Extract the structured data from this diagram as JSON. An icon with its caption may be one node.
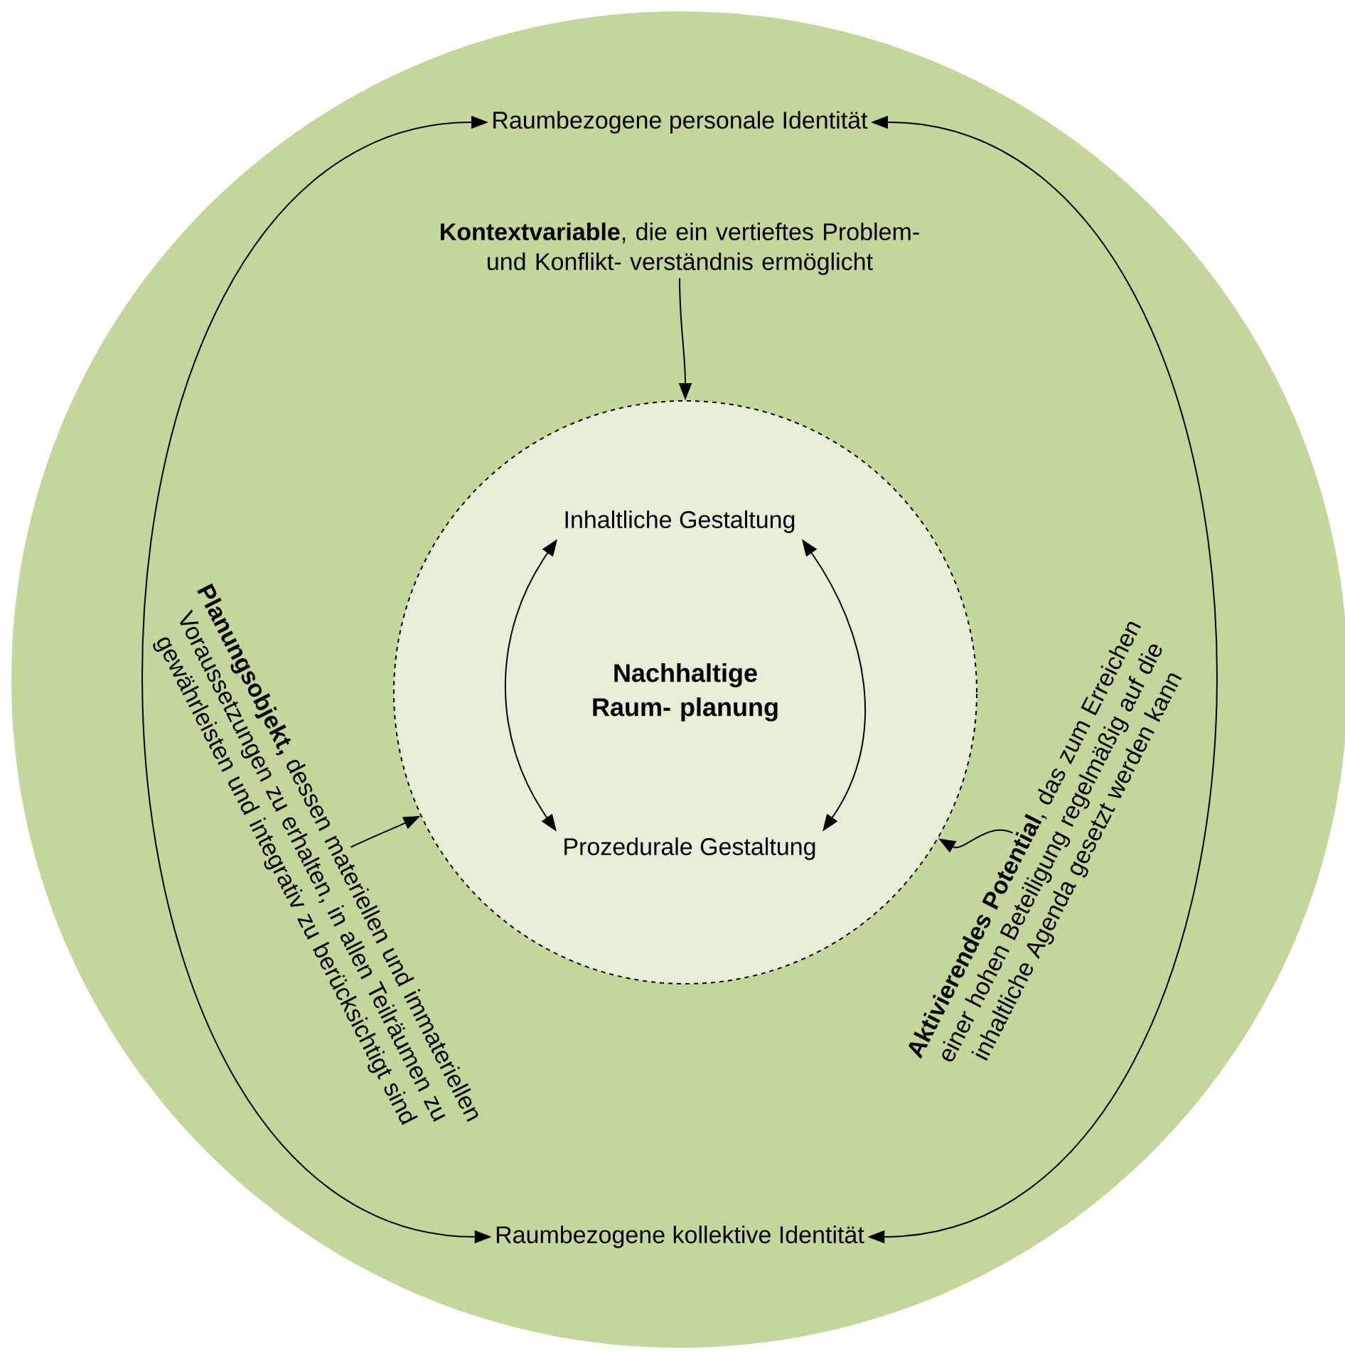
{
  "diagram": {
    "nodes": [
      {
        "text": [],
        "shape": "circle"
      },
      {
        "text": [
          "Raumbezogene personale Identität"
        ],
        "in": 0
      },
      {
        "text": [
          "**Kontextvariable**, die ein vertieftes Problem- und Konflikt- verständnis ermöglicht"
        ],
        "in": 0
      },
      {
        "text": [
          "**Planungsobjekt,** dessen materiellen und immateriellen Voraussetzungen zu erhalten, in allen Teilräumen zu gewährleisten und integrativ zu berücksichtigt sind"
        ],
        "in": 0
      },
      {
        "text": [
          "Nachhaltige Raum- planung"
        ],
        "in": 0
      },
      {
        "text": [
          "Inhaltliche Gestaltung"
        ],
        "in": 4
      },
      {
        "text": [
          "Prozedurale Gestaltung"
        ],
        "in": 4
      },
      {
        "text": [
          "**Aktivierendes Potential**, das zum Erreichen einer hohen Beteiligung regelmäßig auf die inhaltliche Agenda gesetzt werden kann"
        ],
        "in": 0
      },
      {
        "text": [
          "Raumbezogene kollektive Identität"
        ],
        "in": 0
      }
    ],
    "edges": [
      {
        "from": 1,
        "to": 8,
        "arrow": "both"
      },
      {
        "from": 1,
        "to": 8,
        "arrow": "both"
      },
      {
        "from": 2,
        "to": 4,
        "arrow": "to"
      },
      {
        "from": 5,
        "to": 6,
        "arrow": "both"
      },
      {
        "from": 5,
        "to": 6,
        "arrow": "both"
      },
      {
        "from": 3,
        "to": 4,
        "arrow": "to"
      },
      {
        "from": 7,
        "to": 4,
        "arrow": "to"
      }
    ]
  }
}
